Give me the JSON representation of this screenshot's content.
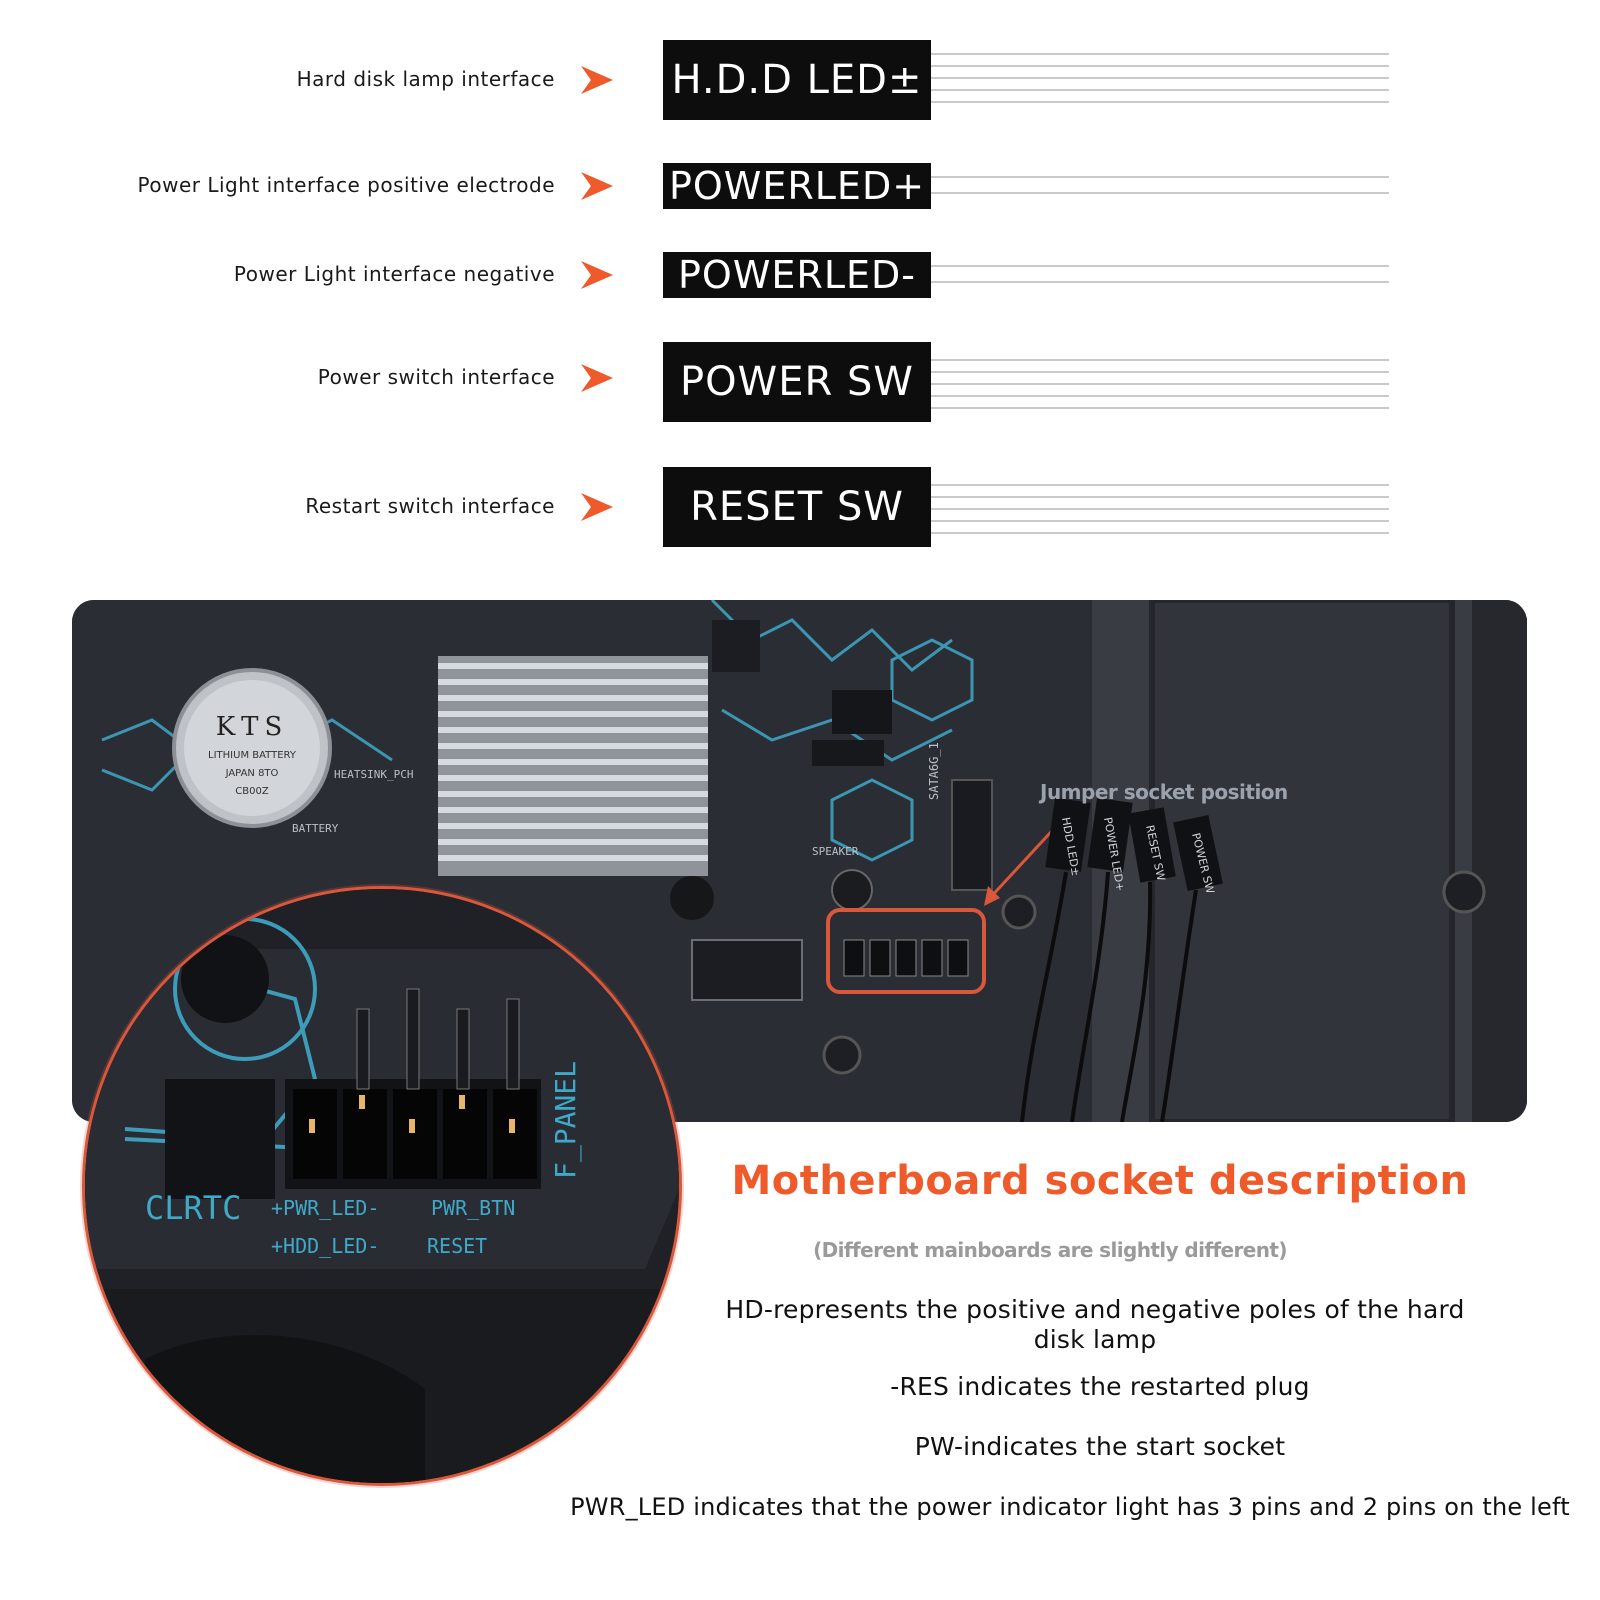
{
  "connectors": [
    {
      "description": "Hard disk lamp interface",
      "plug_label": "H.D.D LED±"
    },
    {
      "description": "Power Light interface positive electrode",
      "plug_label": "POWERLED+"
    },
    {
      "description": "Power Light interface negative",
      "plug_label": "POWERLED-"
    },
    {
      "description": "Power switch interface",
      "plug_label": "POWER SW"
    },
    {
      "description": "Restart switch interface",
      "plug_label": "RESET SW"
    }
  ],
  "photo": {
    "battery_brand": "KTS",
    "battery_line1": "LITHIUM BATTERY",
    "battery_line2": "JAPAN 8TO",
    "battery_code": "CB00Z",
    "battery_label": "BATTERY",
    "heatsink_label": "HEATSINK_PCH",
    "sata_label": "SATA6G_1",
    "speaker_label": "SPEAKER",
    "jumper_caption": "Jumper socket position",
    "cable_labels": [
      "HDD LED±",
      "POWER LED+",
      "RESET SW",
      "POWER SW"
    ]
  },
  "zoom": {
    "panel_label": "F_PANEL",
    "clrtc_label": "CLRTC",
    "pwr_led_label": "+PWR_LED-",
    "pwr_btn_label": "PWR_BTN",
    "hdd_led_label": "+HDD_LED-",
    "reset_label": "RESET"
  },
  "description": {
    "title": "Motherboard socket description",
    "subtitle": "(Different mainboards are slightly different)",
    "lines": [
      "HD-represents the positive and negative poles of the hard disk lamp",
      "-RES indicates the restarted plug",
      "PW-indicates the start socket",
      "PWR_LED indicates that the power indicator light has 3 pins and 2 pins on the left"
    ]
  },
  "colors": {
    "accent_orange": "#ee5a2a",
    "plug_black": "#0d0d0d",
    "board_teal": "#3fa9c9",
    "board_dark": "#2a2c33"
  }
}
